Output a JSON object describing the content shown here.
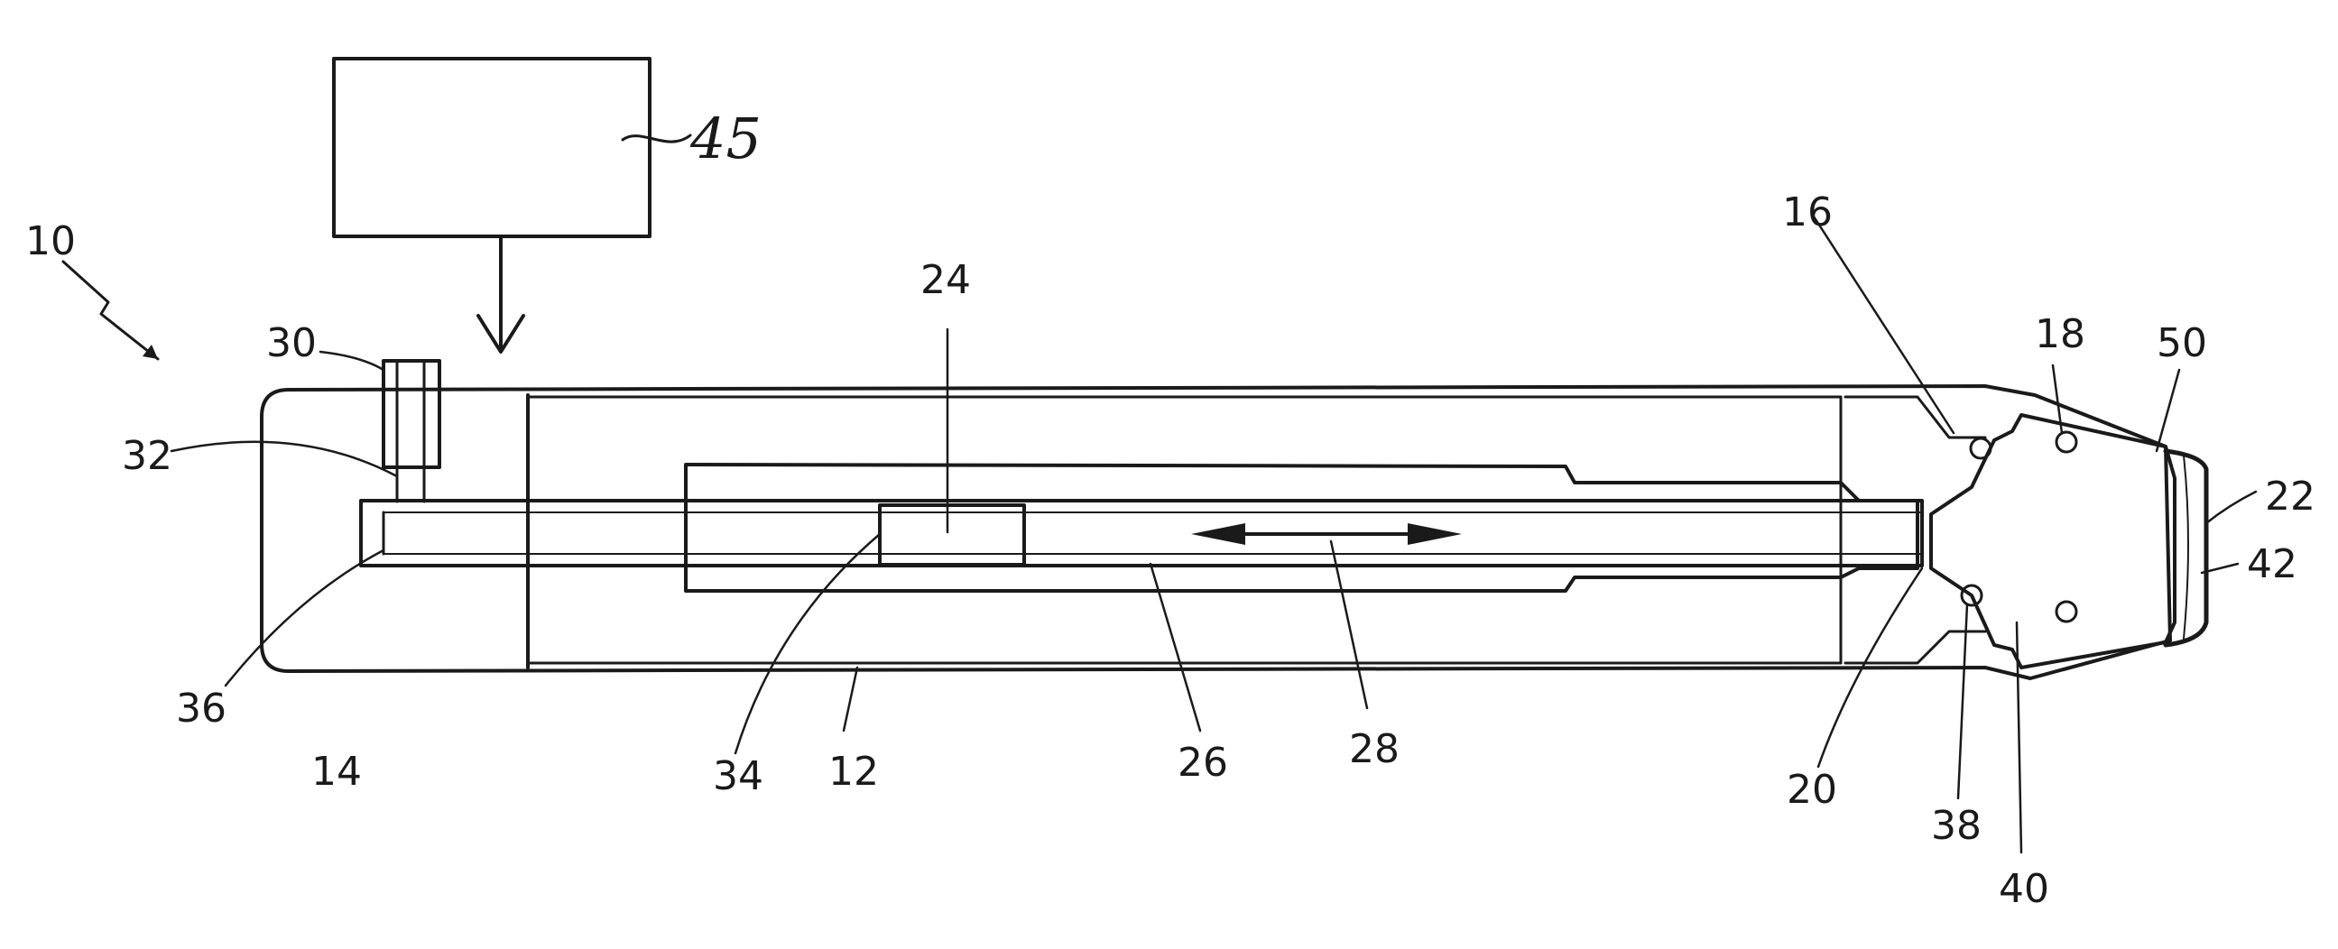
{
  "figure": {
    "block_label": "45",
    "labels": [
      "10",
      "30",
      "32",
      "36",
      "14",
      "24",
      "34",
      "12",
      "26",
      "28",
      "16",
      "18",
      "50",
      "22",
      "42",
      "20",
      "38",
      "40"
    ]
  },
  "colors": {
    "ink": "#1a1a1a",
    "paper": "#ffffff"
  }
}
